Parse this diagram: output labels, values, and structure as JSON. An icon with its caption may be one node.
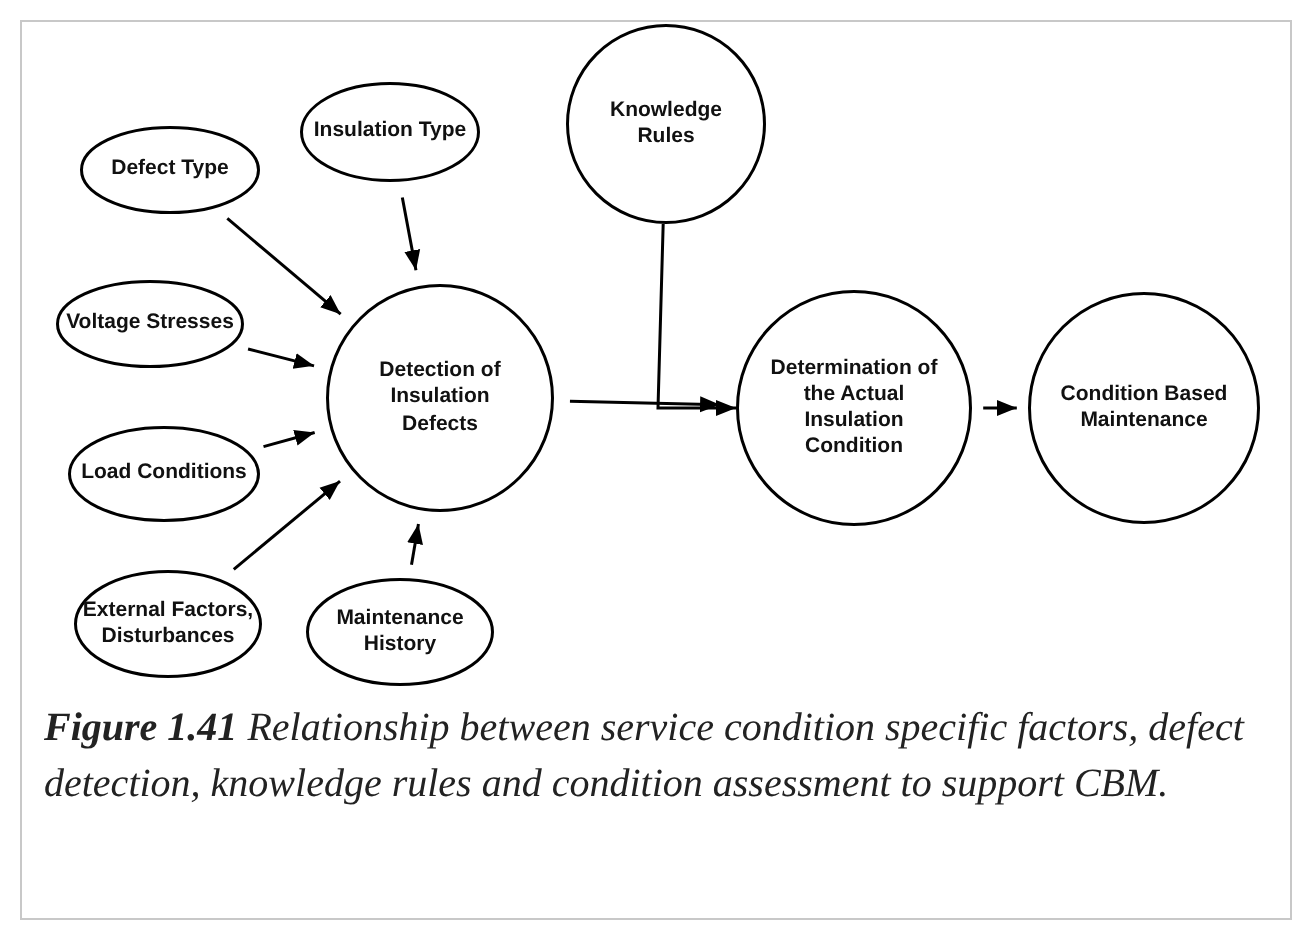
{
  "diagram": {
    "caption": "**Figure 1.41** Relationship between service condition specific factors, defect detection, knowledge rules and condition assessment to support CBM.",
    "nodes": [
      {
        "text": [
          "Defect Type"
        ]
      },
      {
        "text": [
          "Insulation Type"
        ]
      },
      {
        "text": [
          "Knowledge Rules"
        ]
      },
      {
        "text": [
          "Voltage Stresses"
        ]
      },
      {
        "text": [
          "Detection of Insulation Defects"
        ]
      },
      {
        "text": [
          "Determination of the Actual Insulation Condition"
        ]
      },
      {
        "text": [
          "Condition Based Maintenance"
        ]
      },
      {
        "text": [
          "Load Conditions"
        ]
      },
      {
        "text": [
          "External Factors, Disturbances"
        ]
      },
      {
        "text": [
          "Maintenance History"
        ]
      }
    ],
    "edges": [
      {
        "from": 0,
        "to": 4,
        "arrow": "to"
      },
      {
        "from": 1,
        "to": 4,
        "arrow": "to"
      },
      {
        "from": 3,
        "to": 4,
        "arrow": "to"
      },
      {
        "from": 7,
        "to": 4,
        "arrow": "to"
      },
      {
        "from": 8,
        "to": 4,
        "arrow": "to"
      },
      {
        "from": 9,
        "to": 4,
        "arrow": "to"
      },
      {
        "from": 4,
        "to": 5,
        "arrow": "to"
      },
      {
        "from": 2,
        "to": 5,
        "arrow": "to"
      },
      {
        "from": 5,
        "to": 6,
        "arrow": "to"
      }
    ]
  }
}
